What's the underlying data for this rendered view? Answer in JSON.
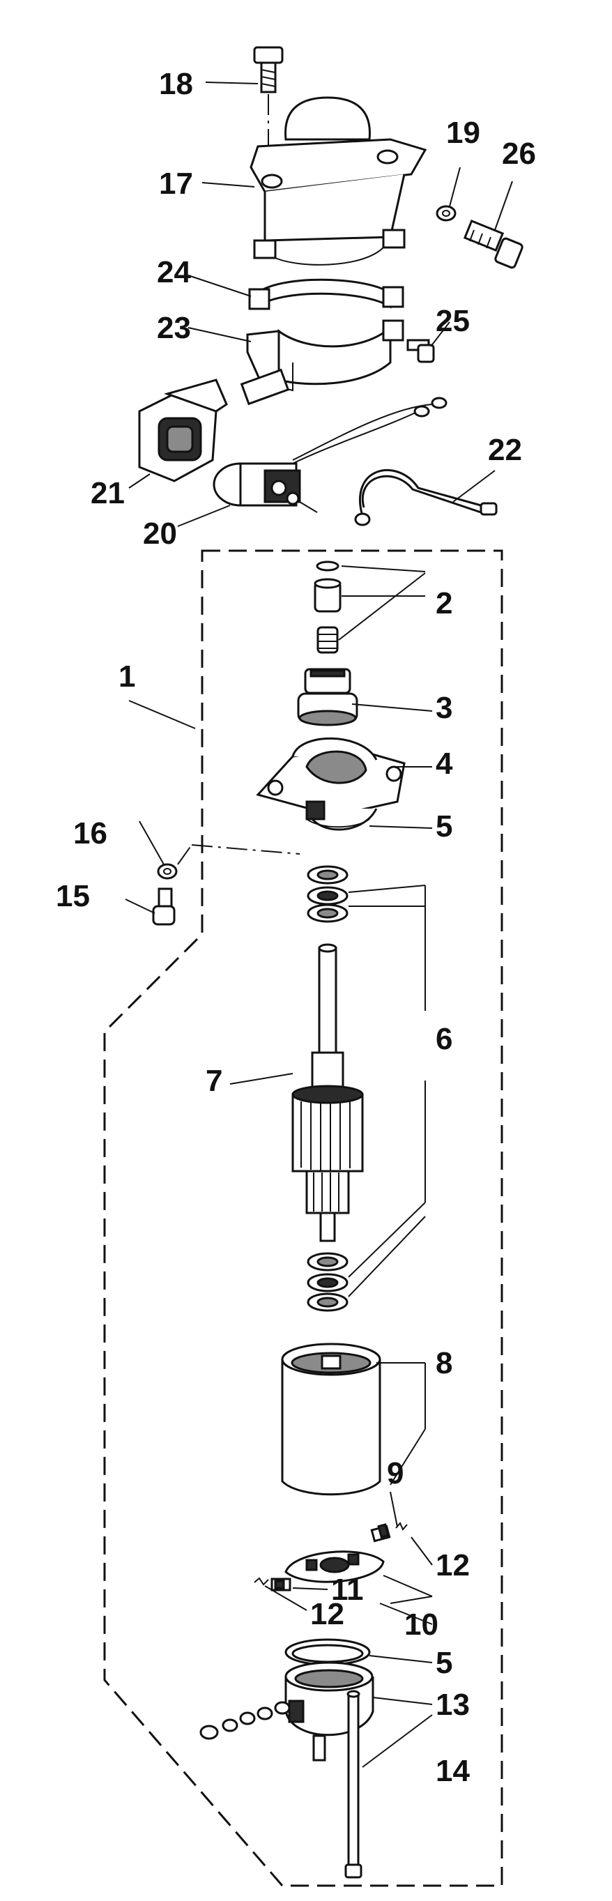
{
  "diagram": {
    "title": "",
    "callouts": [
      {
        "id": "1",
        "label": "1"
      },
      {
        "id": "2",
        "label": "2"
      },
      {
        "id": "3",
        "label": "3"
      },
      {
        "id": "4",
        "label": "4"
      },
      {
        "id": "5a",
        "label": "5"
      },
      {
        "id": "5b",
        "label": "5"
      },
      {
        "id": "6",
        "label": "6"
      },
      {
        "id": "7",
        "label": "7"
      },
      {
        "id": "8",
        "label": "8"
      },
      {
        "id": "9",
        "label": "9"
      },
      {
        "id": "10",
        "label": "10"
      },
      {
        "id": "11",
        "label": "11"
      },
      {
        "id": "12a",
        "label": "12"
      },
      {
        "id": "12b",
        "label": "12"
      },
      {
        "id": "13",
        "label": "13"
      },
      {
        "id": "14",
        "label": "14"
      },
      {
        "id": "15",
        "label": "15"
      },
      {
        "id": "16",
        "label": "16"
      },
      {
        "id": "17",
        "label": "17"
      },
      {
        "id": "18",
        "label": "18"
      },
      {
        "id": "19",
        "label": "19"
      },
      {
        "id": "20",
        "label": "20"
      },
      {
        "id": "21",
        "label": "21"
      },
      {
        "id": "22",
        "label": "22"
      },
      {
        "id": "23",
        "label": "23"
      },
      {
        "id": "24",
        "label": "24"
      },
      {
        "id": "25",
        "label": "25"
      },
      {
        "id": "26",
        "label": "26"
      }
    ]
  }
}
